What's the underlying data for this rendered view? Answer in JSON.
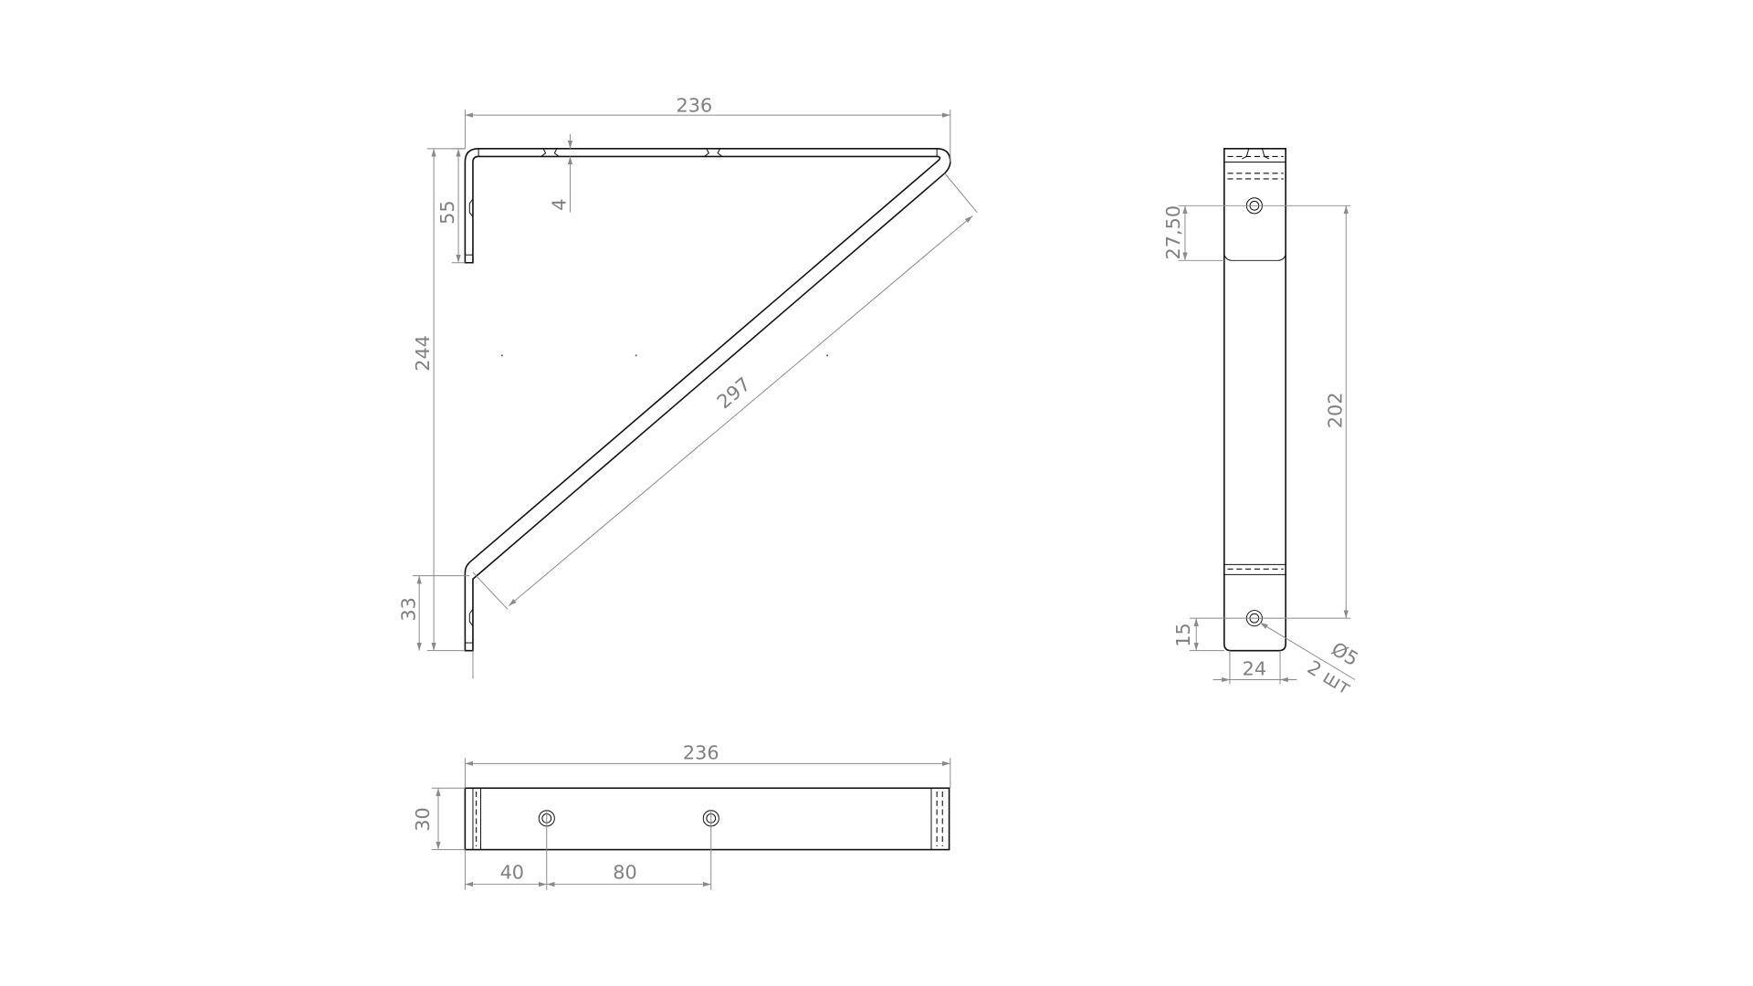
{
  "side_view": {
    "overall_width": "236",
    "top_flange_height": "55",
    "thickness": "4",
    "overall_height": "244",
    "bottom_flange_height": "33",
    "diagonal_length": "297"
  },
  "front_view": {
    "hole_offset_top": "27,50",
    "hole_spacing": "202",
    "hole_offset_bottom": "15",
    "width": "24",
    "hole_diameter": "Ø5",
    "hole_count": "2 шт"
  },
  "top_view": {
    "overall_length": "236",
    "width": "30",
    "first_hole_offset": "40",
    "hole_spacing": "80"
  },
  "colors": {
    "part_line": "#111111",
    "dimension": "#8a8a8a"
  }
}
